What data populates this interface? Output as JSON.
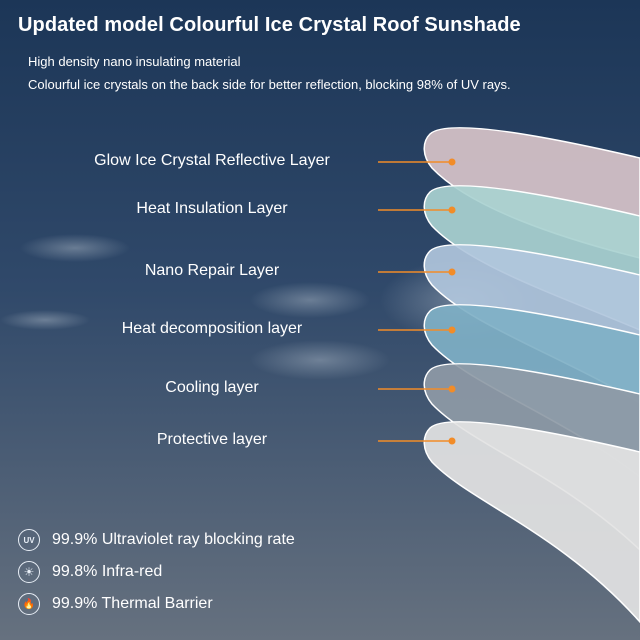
{
  "header": {
    "title": "Updated model Colourful Ice Crystal Roof Sunshade",
    "subtitle_1": "High density nano insulating material",
    "subtitle_2": "Colourful ice crystals on the back side for better reflection, blocking 98% of UV rays."
  },
  "layers": [
    {
      "label": "Glow Ice Crystal Reflective Layer",
      "fill": "#d7c3c9"
    },
    {
      "label": "Heat Insulation Layer",
      "fill": "#a9d1d0"
    },
    {
      "label": "Nano Repair Layer",
      "fill": "#b0c6dc"
    },
    {
      "label": "Heat decomposition layer",
      "fill": "#7fb0c6"
    },
    {
      "label": "Cooling layer",
      "fill": "#8e9aa6"
    },
    {
      "label": "Protective layer",
      "fill": "#e3e3e3"
    }
  ],
  "stats": [
    {
      "icon": "uv-icon",
      "icon_text": "UV",
      "text": "99.9% Ultraviolet ray blocking rate"
    },
    {
      "icon": "infrared-sun-icon",
      "icon_text": "☀",
      "text": "99.8% Infra-red"
    },
    {
      "icon": "flame-icon",
      "icon_text": "🔥",
      "text": "99.9% Thermal Barrier"
    }
  ],
  "colors": {
    "sky_top": "#1e3a5c",
    "sky_bottom": "#5f6f82",
    "accent_line": "#f28c28"
  }
}
